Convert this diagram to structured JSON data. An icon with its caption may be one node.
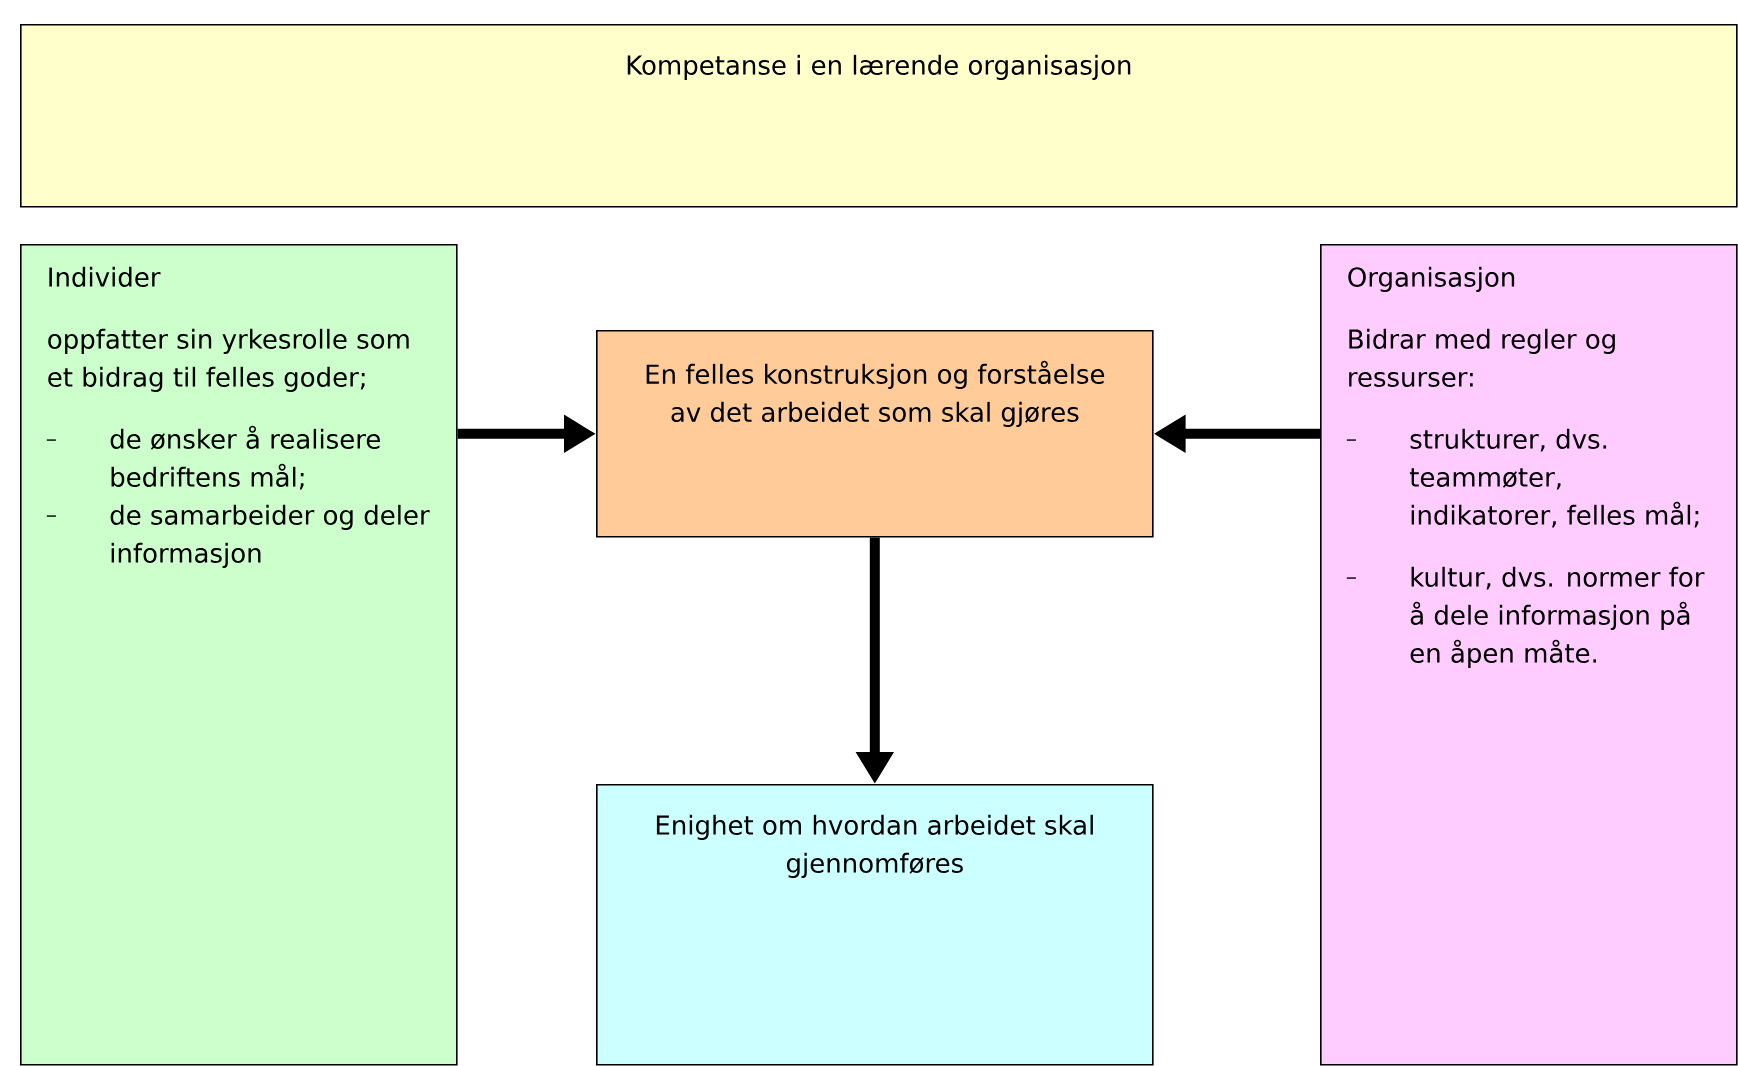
{
  "diagram": {
    "nodes": [
      {
        "text": [
          "Kompetanse i en lærende organisasjon"
        ]
      },
      {
        "text": [
          "Individer",
          "oppfatter sin yrkesrolle som et bidrag til felles goder;",
          "de ønsker å realisere bedriftens mål;",
          "de samarbeider og deler informasjon"
        ]
      },
      {
        "text": [
          "En felles konstruksjon og forståelse av det arbeidet som skal gjøres"
        ]
      },
      {
        "text": [
          "Organisasjon",
          "Bidrar med regler og ressurser:",
          "strukturer, dvs. teammøter, indikatorer, felles mål;",
          "kultur, dvs. normer for å dele informasjon på en åpen måte."
        ]
      },
      {
        "text": [
          "Enighet om hvordan arbeidet skal gjennomføres"
        ]
      }
    ],
    "edges": [
      {
        "from": 1,
        "to": 2,
        "arrow": "to"
      },
      {
        "from": 3,
        "to": 2,
        "arrow": "to"
      },
      {
        "from": 2,
        "to": 4,
        "arrow": "to"
      }
    ]
  }
}
